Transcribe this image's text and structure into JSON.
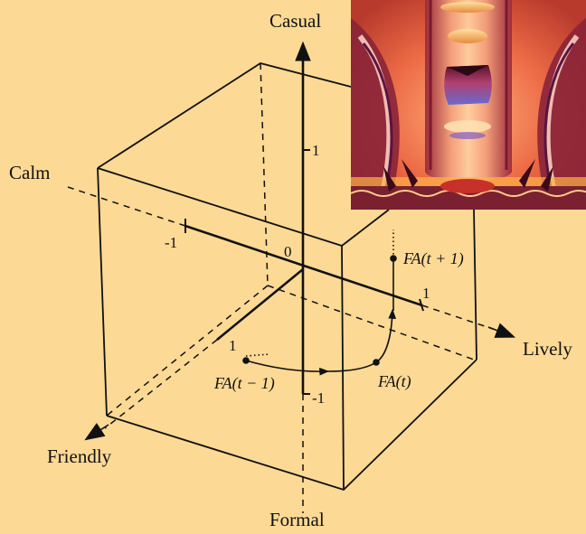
{
  "background_color": "#fcd995",
  "axes": {
    "casual": "Casual",
    "formal": "Formal",
    "calm": "Calm",
    "lively": "Lively",
    "friendly": "Friendly"
  },
  "ticks": {
    "vertical_pos": "1",
    "vertical_neg": "-1",
    "calm_lively_neg": "-1",
    "calm_lively_pos": "1",
    "friendly_pos": "1",
    "origin": "0"
  },
  "trajectory": {
    "prev": "FA(t − 1)",
    "current": "FA(t)",
    "next": "FA(t + 1)"
  },
  "inset_image": {
    "icon": "fractal-face-image"
  }
}
